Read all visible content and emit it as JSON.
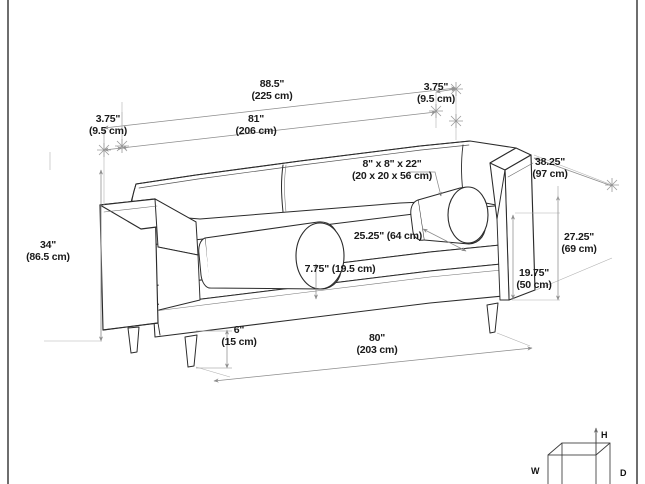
{
  "document": {
    "type": "technical-dimension-drawing",
    "subject": "sofa",
    "border_color": "#4a4a4a",
    "line_color": "#2b2b2b",
    "dimension_line_color": "#8c8c8c",
    "text_color": "#1a1a1a",
    "background": "#ffffff"
  },
  "dimensions": {
    "overall_width": {
      "imperial": "88.5\"",
      "metric": "(225 cm)"
    },
    "arm_width_left": {
      "imperial": "3.75\"",
      "metric": "(9.5 cm)"
    },
    "arm_width_right": {
      "imperial": "3.75\"",
      "metric": "(9.5 cm)"
    },
    "inner_width": {
      "imperial": "81\"",
      "metric": "(206 cm)"
    },
    "depth": {
      "imperial": "38.25\"",
      "metric": "(97 cm)"
    },
    "overall_height": {
      "imperial": "34\"",
      "metric": "(86.5 cm)"
    },
    "arm_height": {
      "imperial": "27.25\"",
      "metric": "(69 cm)"
    },
    "seat_back_height": {
      "imperial": "19.75\"",
      "metric": "(50 cm)"
    },
    "seat_depth": {
      "imperial": "25.25\" (64 cm)",
      "metric": ""
    },
    "seat_cushion_thickness": {
      "imperial": "7.75\" (19.5 cm)",
      "metric": ""
    },
    "leg_height": {
      "imperial": "6\"",
      "metric": "(15 cm)"
    },
    "base_width": {
      "imperial": "80\"",
      "metric": "(203 cm)"
    },
    "bolster_pillow": {
      "imperial": "8\" x 8\" x 22\"",
      "metric": "(20 x 20 x 56 cm)"
    }
  },
  "legend": {
    "height_label": "H",
    "width_label": "W",
    "depth_label": "D"
  }
}
